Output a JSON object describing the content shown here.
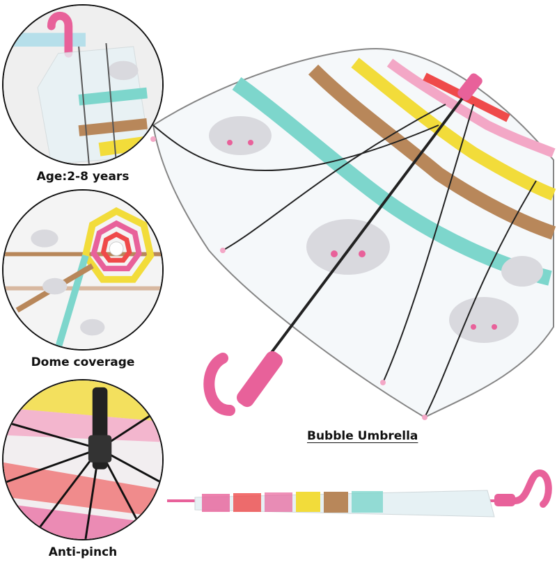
{
  "features": [
    {
      "caption": "Age:2-8 years"
    },
    {
      "caption": "Dome coverage"
    },
    {
      "caption": "Anti-pinch"
    }
  ],
  "main": {
    "label": "Bubble Umbrella"
  },
  "colors": {
    "pink": "#e8619a",
    "teal": "#7dd6cc",
    "gold": "#b8875a",
    "yellow": "#f2dc3a",
    "red": "#ef4a4a",
    "cloud": "#d9d9de",
    "outline": "#111111"
  }
}
